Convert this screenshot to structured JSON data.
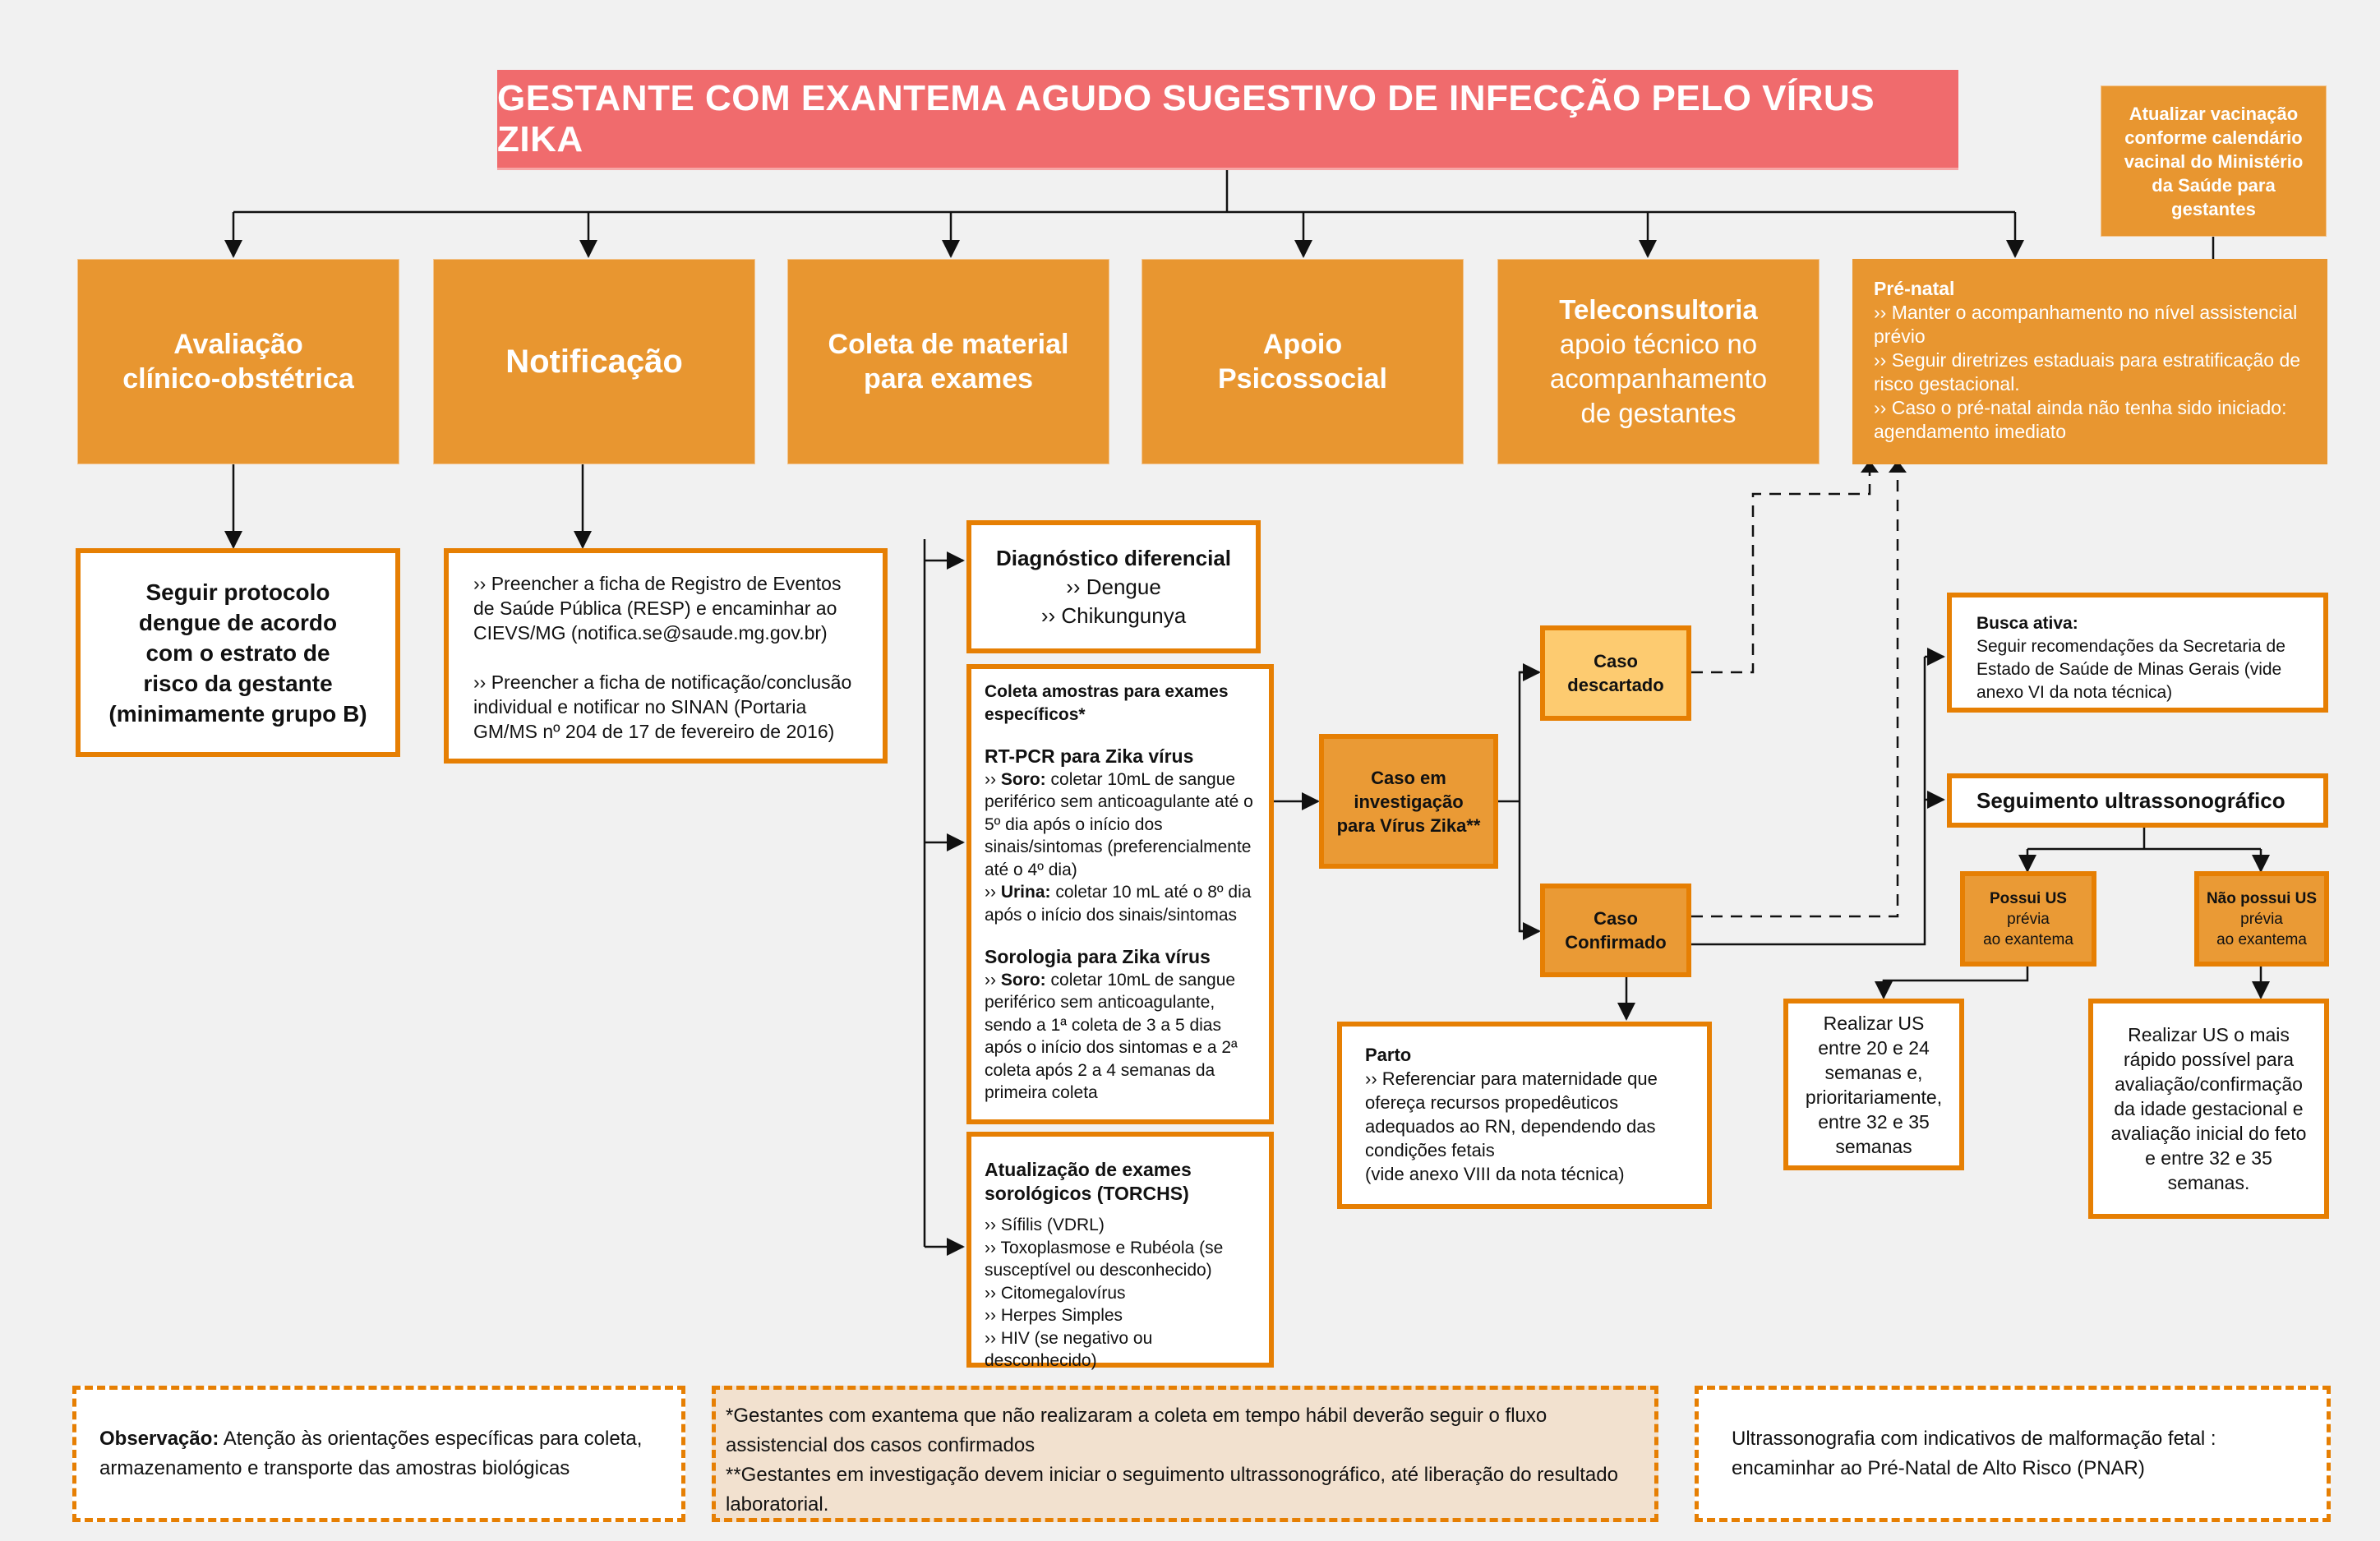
{
  "title": "GESTANTE COM EXANTEMA AGUDO SUGESTIVO DE INFECÇÃO PELO VÍRUS ZIKA",
  "vaccination": "Atualizar vacinação conforme calendário vacinal do Ministério da Saúde para gestantes",
  "top_boxes": {
    "avaliacao": {
      "line1": "Avaliação",
      "line2": "clínico-obstétrica"
    },
    "notificacao": {
      "label": "Notificação"
    },
    "coleta": {
      "line1": "Coleta de material",
      "line2": "para exames"
    },
    "apoio": {
      "line1": "Apoio",
      "line2": "Psicossocial"
    },
    "teleconsultoria": {
      "title": "Teleconsultoria",
      "line1": "apoio técnico no",
      "line2": "acompanhamento",
      "line3": "de gestantes"
    },
    "prenatal": {
      "title": "Pré-natal",
      "items": [
        "›› Manter o acompanhamento no nível assistencial prévio",
        "›› Seguir diretrizes estaduais para estratificação de risco gestacional.",
        "›› Caso o pré-natal ainda não tenha sido iniciado: agendamento imediato"
      ]
    }
  },
  "dengue_box": {
    "lines": [
      "Seguir protocolo",
      "dengue de acordo",
      "com o estrato de",
      "risco da gestante",
      "(minimamente grupo B)"
    ]
  },
  "notificacao_box": {
    "p1": "›› Preencher a ficha de Registro de Eventos de Saúde Pública (RESP) e encaminhar ao CIEVS/MG (notifica.se@saude.mg.gov.br)",
    "p2": "›› Preencher a ficha de notificação/conclusão individual e notificar no SINAN (Portaria GM/MS nº 204 de 17 de fevereiro de 2016)"
  },
  "diagnostico": {
    "title": "Diagnóstico diferencial",
    "items": [
      "›› Dengue",
      "›› Chikungunya"
    ]
  },
  "coleta_amostras": {
    "title": "Coleta amostras para exames específicos*",
    "rtpcr_title": "RT-PCR para Zika vírus",
    "rtpcr_soro_label": "Soro:",
    "rtpcr_soro_text": "coletar 10mL de sangue periférico sem anticoagulante até o 5º dia após o início dos sinais/sintomas (preferencialmente até o 4º dia)",
    "rtpcr_urina_label": "Urina:",
    "rtpcr_urina_text": "coletar 10 mL até o 8º dia após o início dos sinais/sintomas",
    "sorologia_title": "Sorologia para Zika vírus",
    "sorologia_soro_label": "Soro:",
    "sorologia_soro_text": "coletar 10mL de sangue periférico sem anticoagulante, sendo a 1ª coleta de 3 a 5 dias após o início dos sintomas e a 2ª coleta após 2 a 4 semanas da primeira coleta",
    "bullet": "››"
  },
  "torchs": {
    "title": "Atualização de exames sorológicos (TORCHS)",
    "items": [
      "›› Sífilis (VDRL)",
      "›› Toxoplasmose e Rubéola (se susceptível ou desconhecido)",
      "›› Citomegalovírus",
      "›› Herpes Simples",
      "›› HIV (se negativo ou desconhecido)"
    ]
  },
  "caso_investigacao": {
    "lines": [
      "Caso em",
      "investigação",
      "para Vírus Zika**"
    ]
  },
  "caso_descartado": {
    "lines": [
      "Caso",
      "descartado"
    ]
  },
  "caso_confirmado": {
    "lines": [
      "Caso",
      "Confirmado"
    ]
  },
  "parto": {
    "title": "Parto",
    "text": "›› Referenciar para maternidade que ofereça recursos propedêuticos adequados ao RN, dependendo das condições fetais",
    "ref": "(vide anexo VIII da nota técnica)"
  },
  "busca_ativa": {
    "title": "Busca ativa:",
    "text": "Seguir recomendações da Secretaria de Estado de Saúde de Minas Gerais (vide anexo VI da nota técnica)"
  },
  "seguimento": {
    "label": "Seguimento ultrassonográfico"
  },
  "possui_us": {
    "title": "Possui US",
    "line1": "prévia",
    "line2": "ao exantema"
  },
  "nao_possui_us": {
    "title": "Não possui US",
    "line1": "prévia",
    "line2": "ao exantema"
  },
  "realizar_20_24": {
    "text": "Realizar US entre 20 e 24 semanas e, prioritariamente, entre 32 e 35 semanas"
  },
  "realizar_rapido": {
    "text": "Realizar US o mais rápido possível para avaliação/confirmação da idade gestacional e avaliação inicial do feto e entre 32 e 35 semanas."
  },
  "footer": {
    "observacao_label": "Observação:",
    "observacao_text": "Atenção às orientações específicas para coleta, armazenamento e transporte das amostras biológicas",
    "note1": "*Gestantes com exantema que não realizaram a coleta em tempo hábil deverão seguir o fluxo assistencial dos casos confirmados",
    "note2": "**Gestantes em investigação devem iniciar o seguimento ultrassonográfico, até liberação do resultado laboratorial.",
    "pnar": "Ultrassonografia com indicativos de malformação fetal : encaminhar ao Pré-Natal de Alto Risco (PNAR)"
  },
  "colors": {
    "title_bg": "#f06b6d",
    "orange_solid": "#e89630",
    "orange_border": "#e67f03",
    "light_orange": "#fdcb70",
    "note_bg": "#f2e1cf",
    "background": "#f1f1f1"
  }
}
